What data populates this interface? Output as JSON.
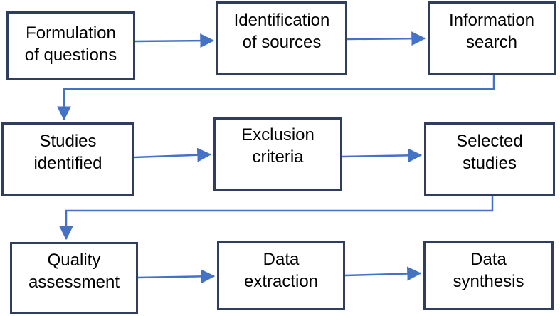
{
  "diagram": {
    "colors": {
      "box_border": "#2f3e5e",
      "connector": "#4472c4",
      "text": "#000000",
      "background": "#ffffff"
    },
    "steps": [
      {
        "label": "Formulation\nof questions"
      },
      {
        "label": "Identification\nof sources"
      },
      {
        "label": "Information\nsearch"
      },
      {
        "label": "Studies\nidentified"
      },
      {
        "label": "Exclusion\ncriteria"
      },
      {
        "label": "Selected\nstudies"
      },
      {
        "label": "Quality\nassessment"
      },
      {
        "label": "Data\nextraction"
      },
      {
        "label": "Data\nsynthesis"
      }
    ]
  }
}
